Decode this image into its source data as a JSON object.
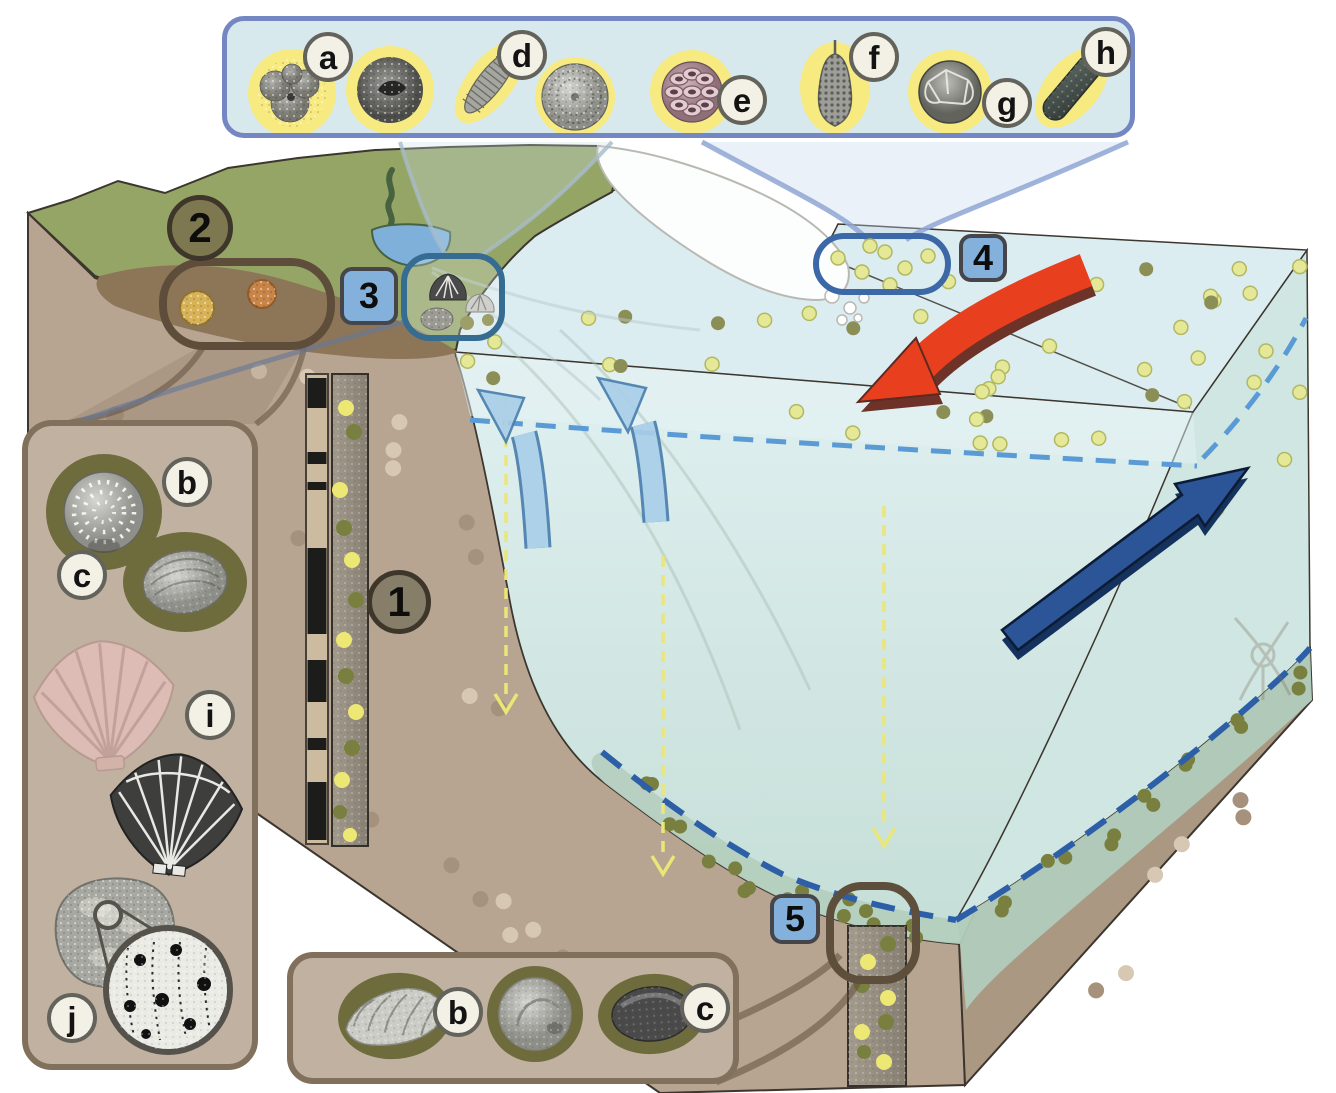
{
  "figure": {
    "type": "schematic-diagram",
    "subject": "Coastal ocean cross-section with microfossil groups and sampling locations"
  },
  "plankton_panel": {
    "items": [
      {
        "label": "a",
        "fossil": "planktic-foraminifera"
      },
      {
        "label": "d",
        "fossil": "diatoms"
      },
      {
        "label": "e",
        "fossil": "coccolithophore"
      },
      {
        "label": "f",
        "fossil": "radiolarian"
      },
      {
        "label": "g",
        "fossil": "dinoflagellate-cyst"
      },
      {
        "label": "h",
        "fossil": "elongate-phytoplankton-fossil"
      }
    ]
  },
  "seafloor_panel": {
    "items": [
      {
        "label": "b",
        "fossil": "benthic-foraminifera"
      },
      {
        "label": "c",
        "fossil": "ostracod"
      },
      {
        "label": "i",
        "fossil": "scallop-shells"
      },
      {
        "label": "j",
        "fossil": "bryozoan-fragment-with-magnified-detail"
      }
    ]
  },
  "deep_seafloor_panel": {
    "items": [
      {
        "label": "b",
        "fossil": "benthic-foraminifera"
      },
      {
        "label": "c",
        "fossil": "ostracod"
      }
    ]
  },
  "markers": [
    {
      "label": "1",
      "shape": "dark-circle"
    },
    {
      "label": "2",
      "shape": "dark-circle"
    },
    {
      "label": "3",
      "shape": "blue-square"
    },
    {
      "label": "4",
      "shape": "blue-square"
    },
    {
      "label": "5",
      "shape": "blue-square"
    }
  ],
  "icons": {
    "surface_current": "red-curved-arrow",
    "deep_current": "navy-3d-arrow",
    "upwelling": "light-blue-bent-arrows",
    "sinking_particles": "yellow-dashed-down-arrows",
    "glacier": "white-ice-tongue",
    "river": "green-squiggle-into-blue-pond",
    "sediment_cores": "speckled-core-columns"
  },
  "colors": {
    "panel_blue_bg": "#d8e9ee",
    "panel_blue_border": "#7487c2",
    "panel_brown_bg": "#c1b1a1",
    "panel_brown_border": "#81715c",
    "yellow_fossil_halo": "#f6ea80",
    "olive_fossil_disc": "#6e6b3c",
    "surface_water": "#dcedf1",
    "deep_water": "#c5ded7",
    "near_bottom_layer": "#b5cfbf",
    "land_green": "#94a566",
    "beach_brown": "#8d7558",
    "sediment_tan": "#b7a591",
    "surface_layer_dash": "#5b9bd5",
    "deep_layer_dash": "#2d5fa8",
    "red_arrow": "#e8401f",
    "navy_arrow": "#2b5597",
    "upwelling_arrow": "#a9cfe9",
    "sinking_dash": "#ebe678",
    "plankton_dot": "#e4e897",
    "organic_dot": "#8b8e55"
  }
}
